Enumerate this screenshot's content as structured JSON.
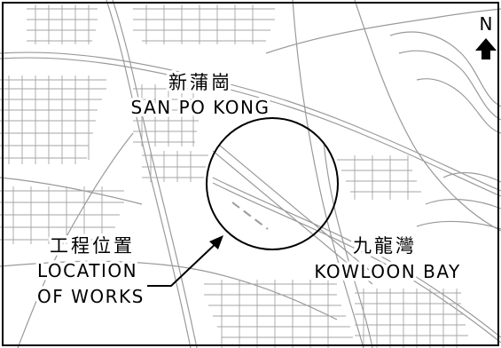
{
  "north": {
    "label": "N"
  },
  "places": {
    "san_po_kong": {
      "zh": "新蒲崗",
      "en": "SAN PO KONG"
    },
    "kowloon_bay": {
      "zh": "九龍灣",
      "en": "KOWLOON BAY"
    }
  },
  "works": {
    "zh": "工程位置",
    "en_line1": "LOCATION",
    "en_line2": "OF WORKS"
  },
  "colors": {
    "background": "#ffffff",
    "map_lines": "#9a9a9a",
    "ink": "#000000"
  }
}
